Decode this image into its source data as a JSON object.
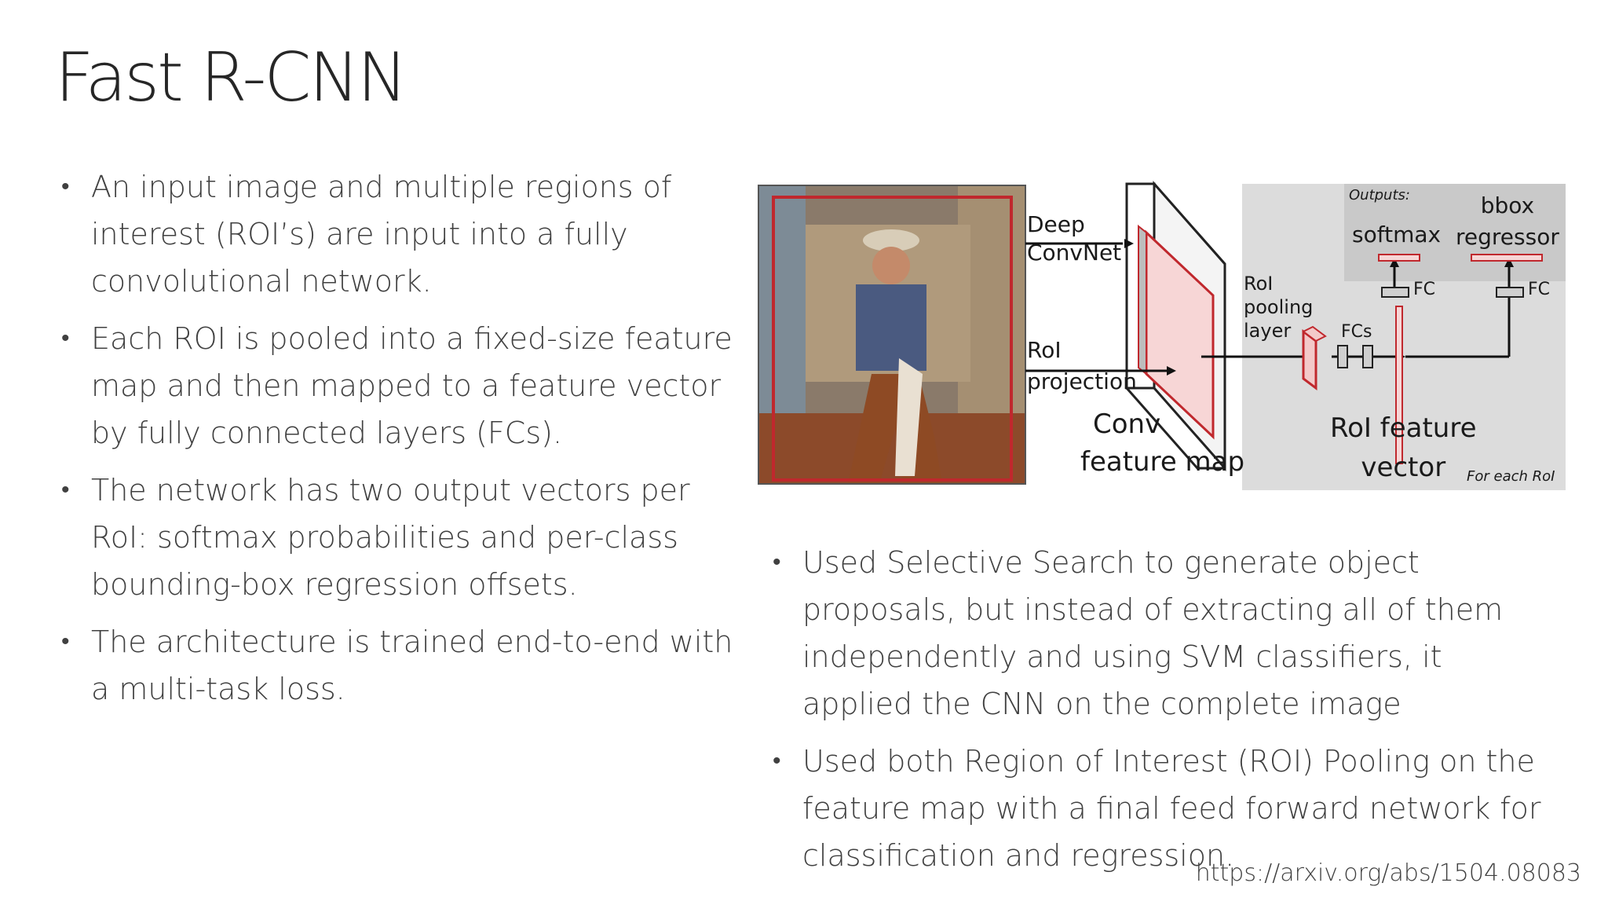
{
  "title": "Fast R-CNN",
  "left_bullets": [
    "An input image and multiple regions of interest (ROI’s) are input into a fully convolutional network.",
    "Each ROI is pooled into a fixed-size feature map and then mapped to a feature vector by fully connected layers (FCs).",
    "The network has two output vectors per RoI: softmax probabilities and per-class bounding-box regression offsets.",
    "The architecture is trained end-to-end with a multi-task loss."
  ],
  "right_bullets": [
    "Used Selective Search to generate object proposals, but instead of extracting all of them independently and using SVM classifiers, it applied the CNN on the complete image",
    "Used both Region of Interest (ROI) Pooling on the feature map with a final feed forward network for classification and regression."
  ],
  "url": "https://arxiv.org/abs/1504.08083",
  "diagram": {
    "deep_convnet_1": "Deep",
    "deep_convnet_2": "ConvNet",
    "roi_projection_1": "RoI",
    "roi_projection_2": "projection",
    "conv_feature_map_1": "Conv",
    "conv_feature_map_2": "feature map",
    "roi_pooling_1": "RoI",
    "roi_pooling_2": "pooling",
    "roi_pooling_3": "layer",
    "fcs": "FCs",
    "fc_left": "FC",
    "fc_right": "FC",
    "outputs": "Outputs:",
    "softmax": "softmax",
    "bbox_1": "bbox",
    "bbox_2": "regressor",
    "roi_feature_1": "RoI feature",
    "roi_feature_2": "vector",
    "for_each_roi": "For each RoI"
  },
  "colors": {
    "roi_red": "#c0282d",
    "panel_gray": "#d9d9d9",
    "outputs_gray": "#c8c8c8"
  }
}
